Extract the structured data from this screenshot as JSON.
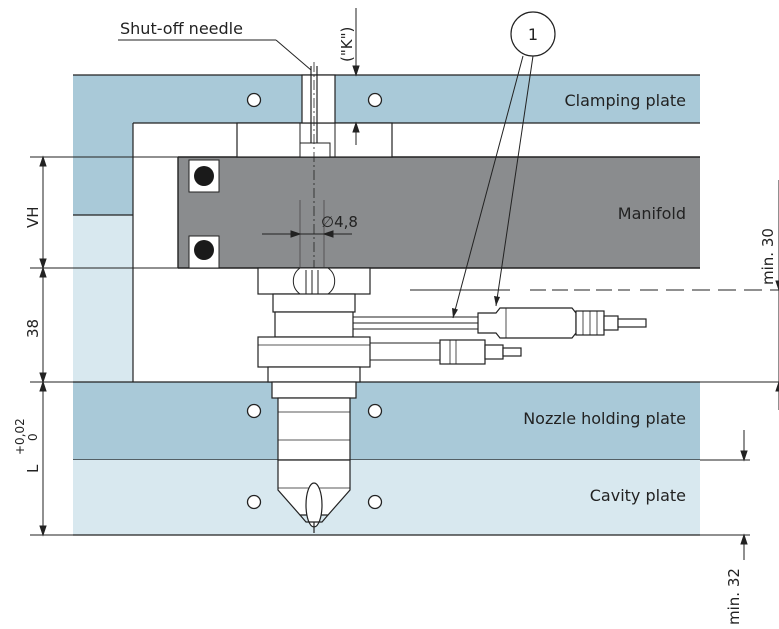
{
  "labels": {
    "shut_off_needle": "Shut-off needle",
    "k_dim": "(\"K\")",
    "callout_number": "1",
    "clamping_plate": "Clamping plate",
    "manifold": "Manifold",
    "diameter": "∅4,8",
    "min_30": "min. 30",
    "nozzle_holding_plate": "Nozzle holding plate",
    "cavity_plate": "Cavity plate",
    "min_32": "min. 32",
    "vh": "VH",
    "dim_38": "38",
    "l": "L",
    "tol_plus": "+0,02",
    "tol_zero": "0"
  },
  "colors": {
    "plate_dark": "#a9c9d8",
    "plate_light": "#d8e8ef",
    "manifold": "#8a8c8e",
    "outline": "#222222",
    "o_ring": "#1a1a1a"
  }
}
